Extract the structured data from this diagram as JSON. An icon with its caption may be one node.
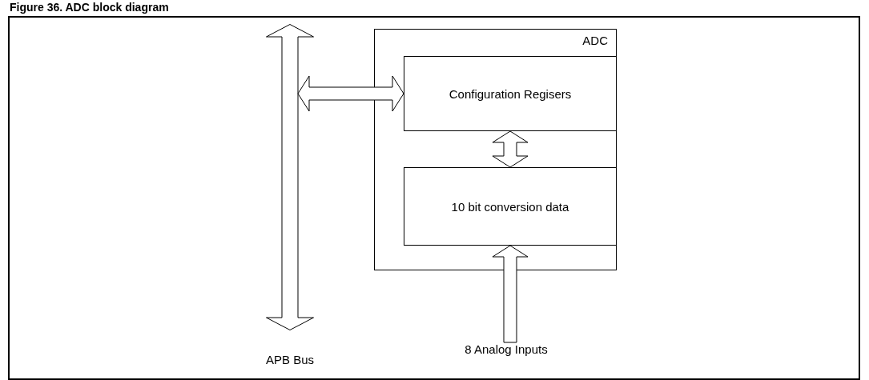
{
  "diagram": {
    "title": "Figure 36. ADC block diagram",
    "nodes": [
      {
        "text": [
          "ADC"
        ]
      },
      {
        "text": [
          "Configuration Regisers"
        ],
        "in": 0
      },
      {
        "text": [
          "10 bit conversion data"
        ],
        "in": 0
      },
      {
        "text": [],
        "shape": "bar",
        "beside": [
          "APB Bus"
        ]
      },
      {
        "text": [
          "8 Analog Inputs"
        ]
      }
    ],
    "edges": [
      {
        "from": 3,
        "to": 1,
        "arrow": "both"
      },
      {
        "from": 1,
        "to": 2,
        "arrow": "both"
      },
      {
        "from": 4,
        "to": 2,
        "arrow": "to"
      }
    ]
  }
}
